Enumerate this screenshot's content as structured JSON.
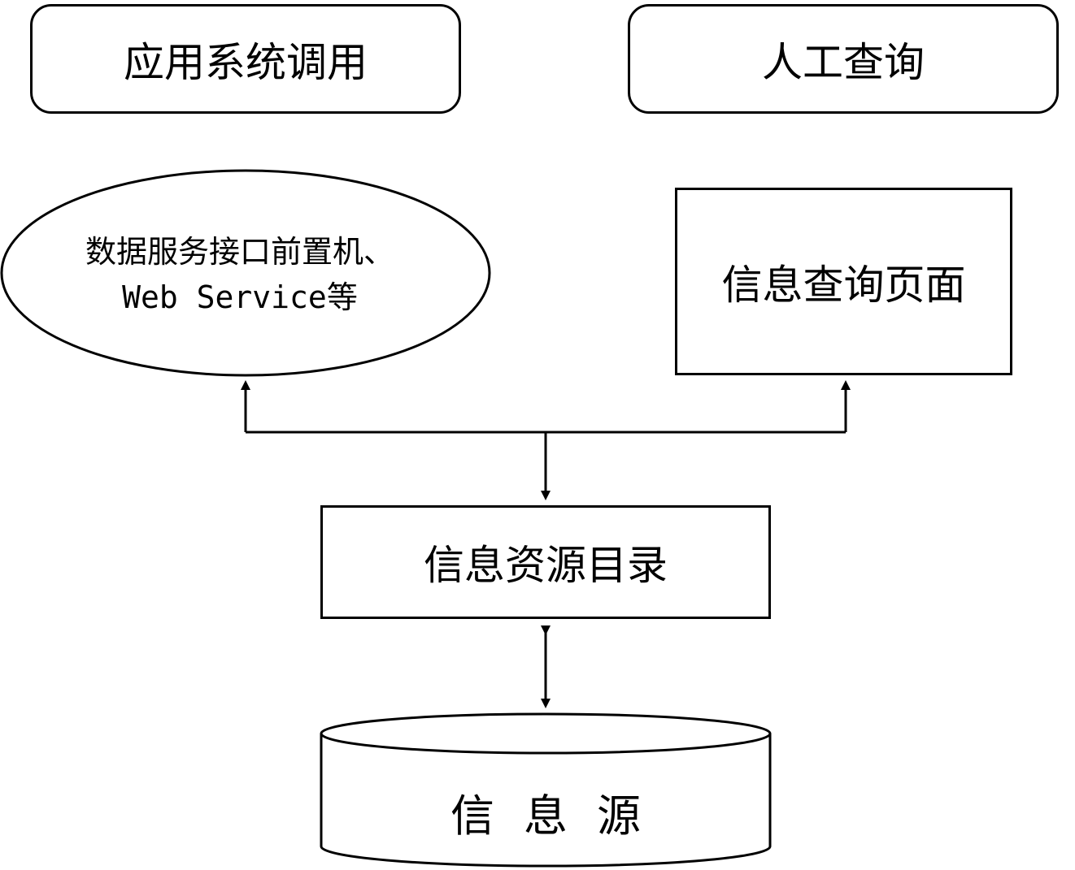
{
  "diagram": {
    "app_call": "应用系统调用",
    "manual_query": "人工查询",
    "interface_line1": "数据服务接口前置机、",
    "interface_line2_prefix": "Web Service",
    "interface_line2_suffix": "等",
    "query_page": "信息查询页面",
    "resource_catalog": "信息资源目录",
    "info_source": "信息源"
  },
  "colors": {
    "stroke": "#000000",
    "fill": "#ffffff"
  }
}
